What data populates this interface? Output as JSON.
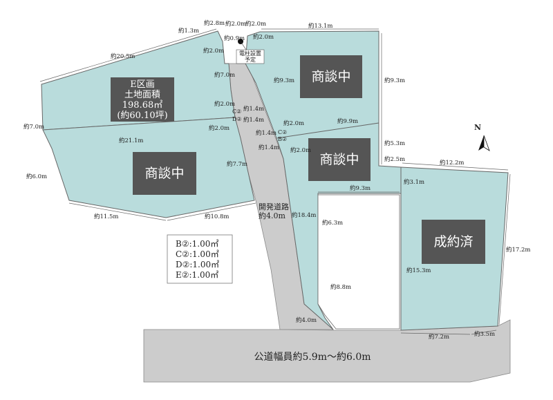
{
  "lots": {
    "e_block": {
      "name": "E区画",
      "area_label": "土地面積",
      "area_m2": "198.68㎡",
      "area_tsubo": "(約60.10坪)"
    },
    "status_negotiating": "商談中",
    "status_sold": "成約済"
  },
  "roads": {
    "development_road": "開発道路",
    "development_road_width": "約4.0m",
    "public_road": "公道幅員約5.9m〜約6.0m"
  },
  "utility_pole": {
    "label_line1": "電柱設置",
    "label_line2": "予定"
  },
  "legend": [
    "B②:1.00㎡",
    "C②:1.00㎡",
    "D②:1.00㎡",
    "E②:1.00㎡"
  ],
  "markers": [
    "C②",
    "D②",
    "C②",
    "B②"
  ],
  "measurements": [
    "約2.8m",
    "約1.3m",
    "約2.0m",
    "約2.0m",
    "約13.1m",
    "約0.9m",
    "約2.0m",
    "約2.0m",
    "約20.5m",
    "約7.0m",
    "約9.3m",
    "約9.3m",
    "約2.0m",
    "約1.4m",
    "約1.4m",
    "約2.0m",
    "約9.9m",
    "約1.4m",
    "約7.0m",
    "約21.1m",
    "約2.0m",
    "約1.4m",
    "約2.0m",
    "約5.3m",
    "約2.5m",
    "約12.2m",
    "約7.7m",
    "約3.1m",
    "約6.0m",
    "約9.3m",
    "約18.4m",
    "約6.3m",
    "約11.5m",
    "約10.8m",
    "約17.2m",
    "約15.3m",
    "約8.8m",
    "約4.0m",
    "約7.2m",
    "約3.5m"
  ]
}
